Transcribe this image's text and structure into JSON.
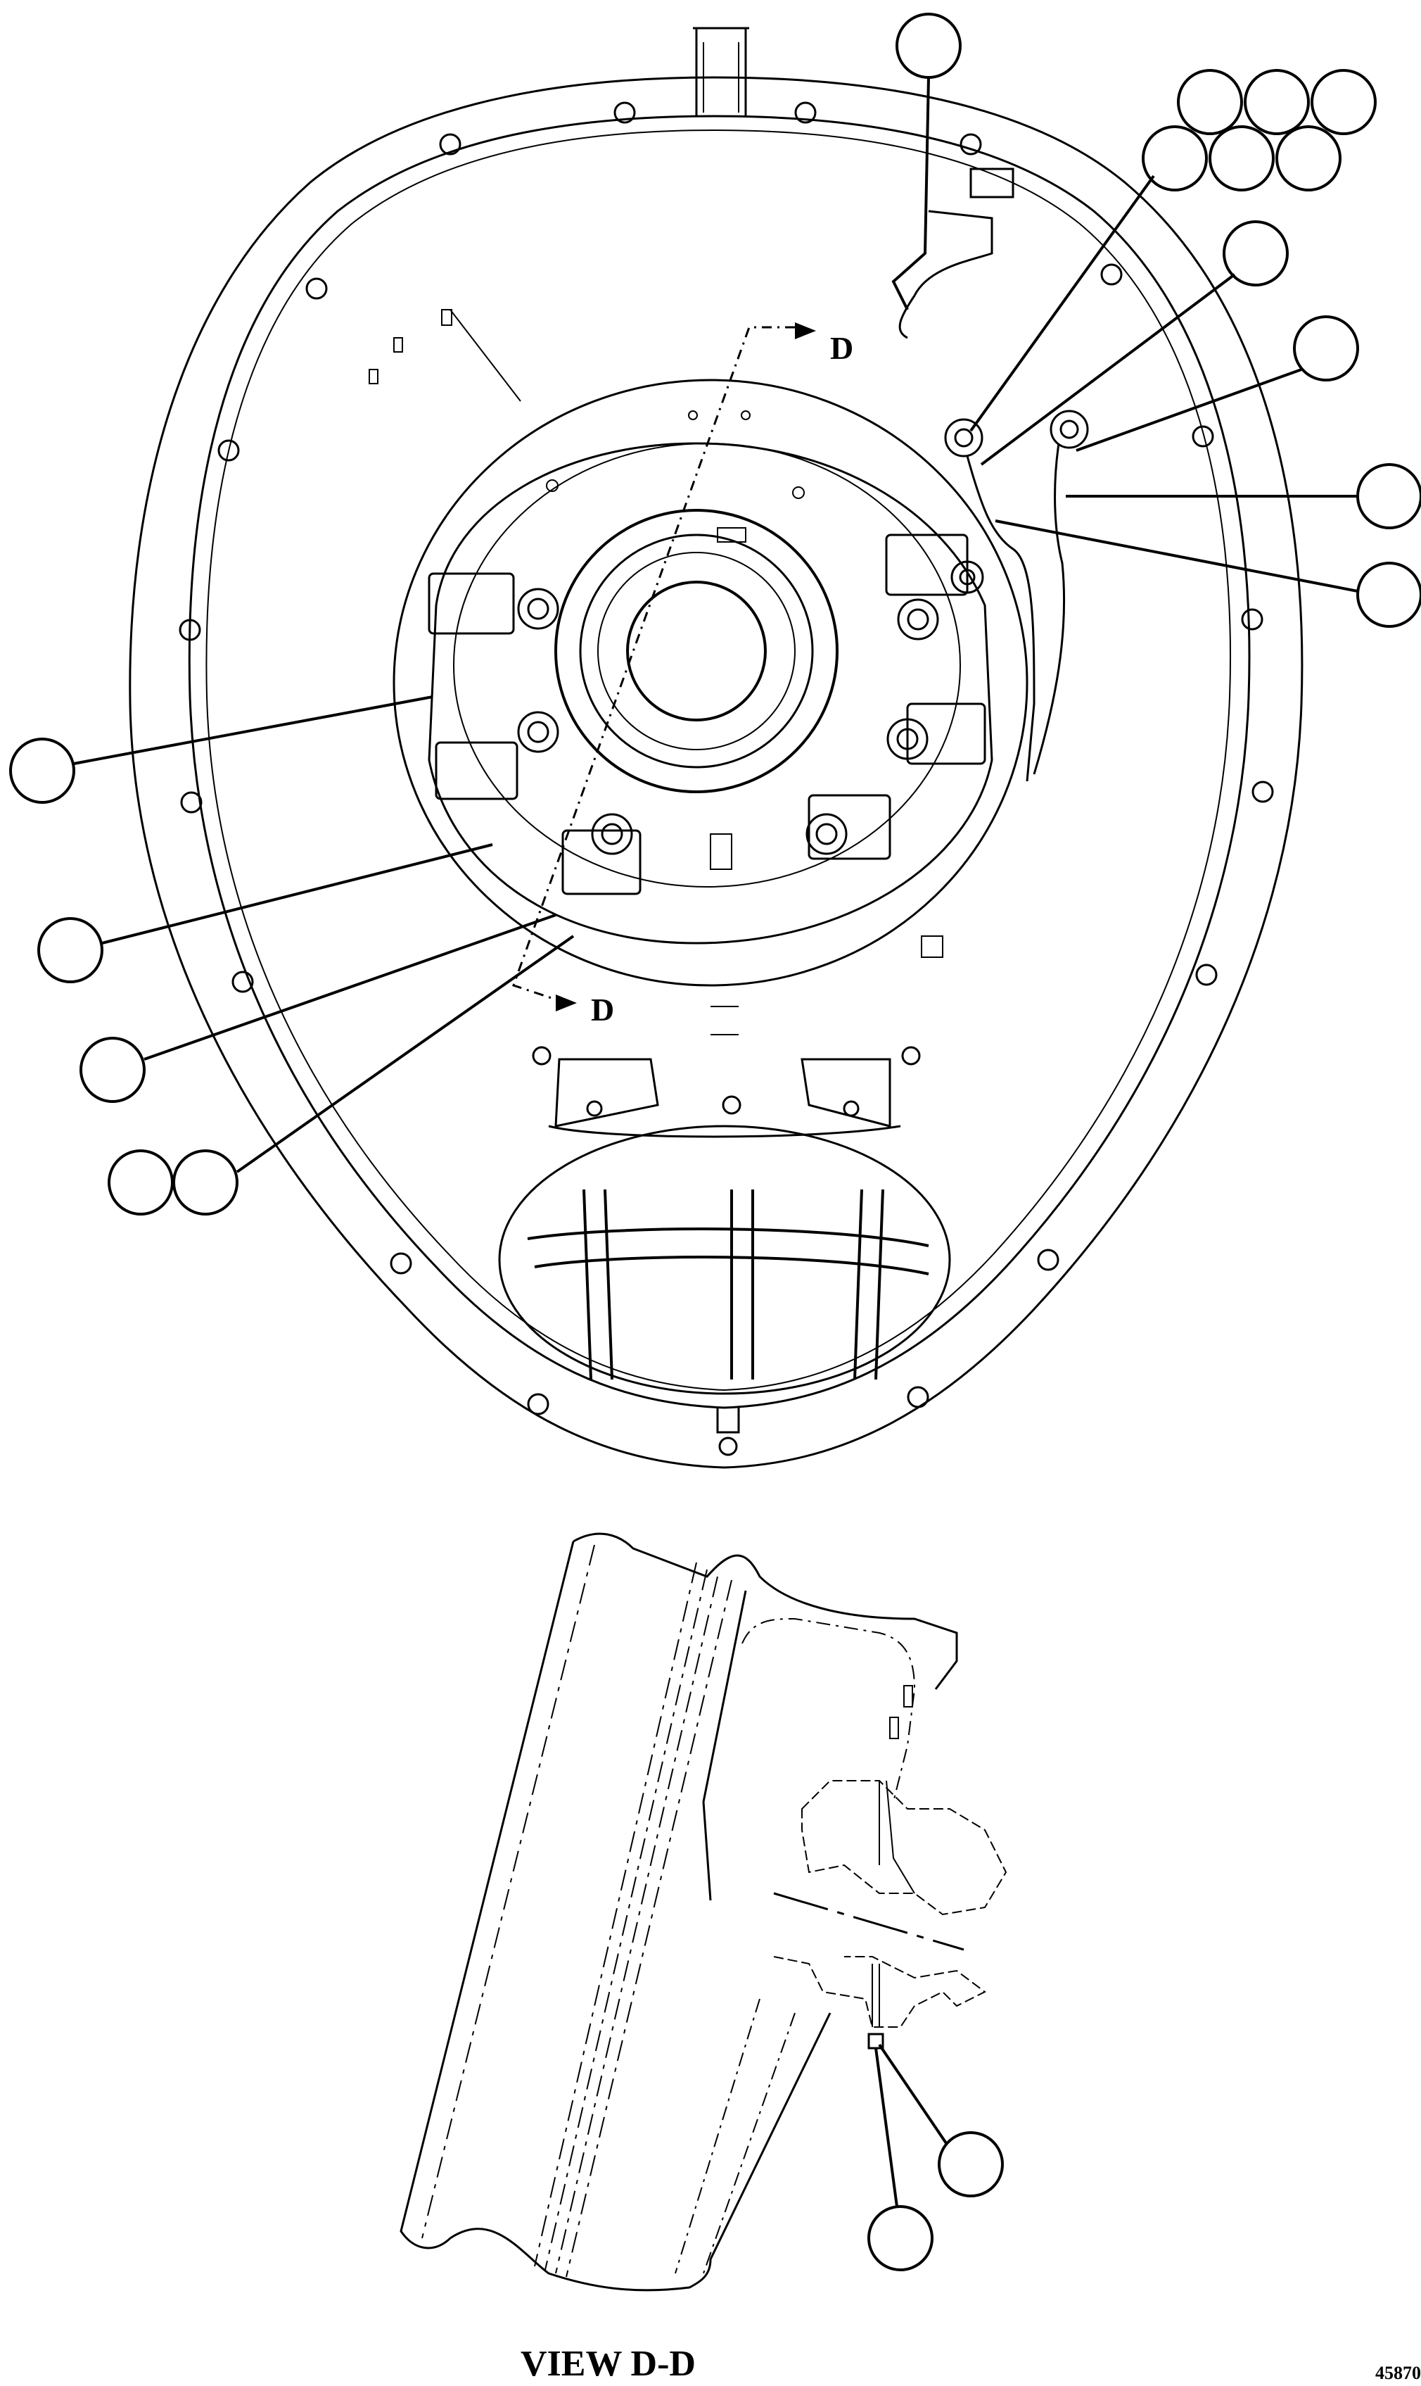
{
  "diagram": {
    "section_marker_upper": "D",
    "section_marker_lower": "D",
    "view_title": "VIEW D-D",
    "figure_number": "45870"
  }
}
